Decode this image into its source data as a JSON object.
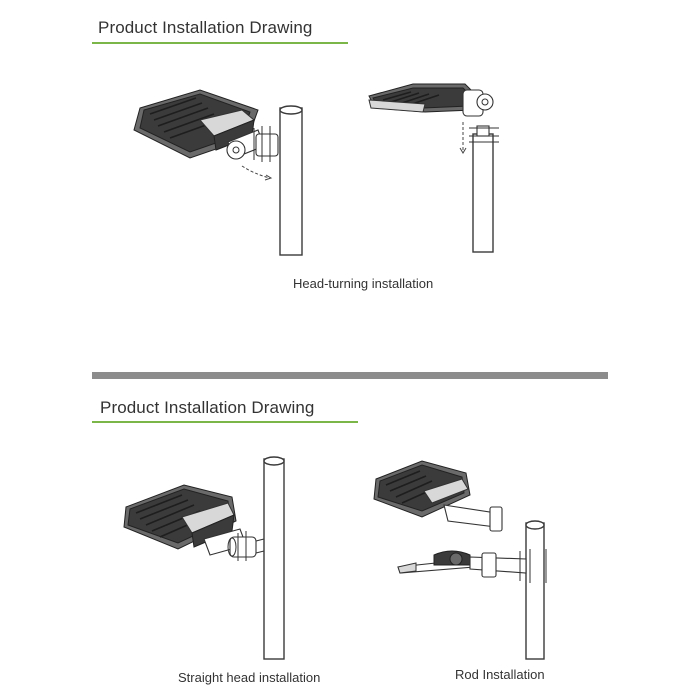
{
  "top_section": {
    "title": "Product Installation Drawing",
    "caption": "Head-turning installation"
  },
  "bottom_section": {
    "title": "Product Installation Drawing",
    "captions": {
      "straight": "Straight head installation",
      "rod": "Rod Installation"
    }
  },
  "colors": {
    "title_underline": "#7ab648",
    "divider": "#8c8c8c"
  }
}
